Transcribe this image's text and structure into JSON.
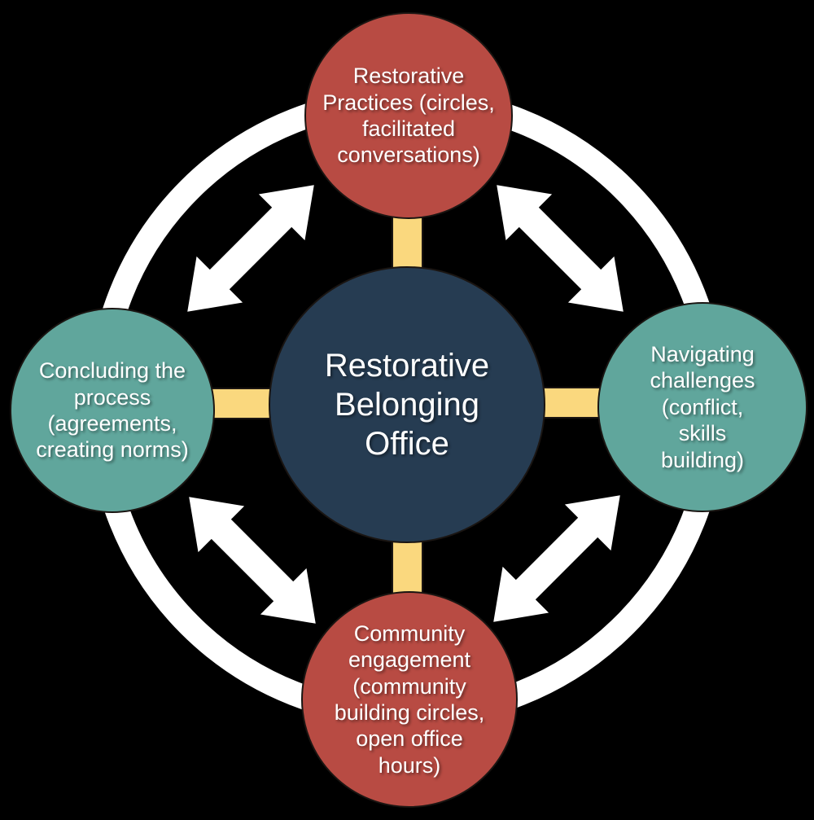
{
  "diagram": {
    "title": "Restorative Belonging Office",
    "center": {
      "label": "Restorative\nBelonging\nOffice"
    },
    "nodes": {
      "top": {
        "label": "Restorative\nPractices (circles,\nfacilitated\nconversations)"
      },
      "right": {
        "label": "Navigating\nchallenges\n(conflict,\nskills\nbuilding)"
      },
      "bottom": {
        "label": "Community\nengagement\n(community\nbuilding circles,\nopen office\nhours)"
      },
      "left": {
        "label": "Concluding the\nprocess\n(agreements,\ncreating norms)"
      }
    },
    "colors": {
      "background": "#000000",
      "center_fill": "#263C52",
      "top_bottom_fill": "#B84B43",
      "left_right_fill": "#60A69C",
      "connector_fill": "#FAD87E",
      "outline": "#1A1512",
      "ring": "#FFFFFF",
      "arrow": "#FFFFFF",
      "text": "#FFFFFF"
    }
  }
}
